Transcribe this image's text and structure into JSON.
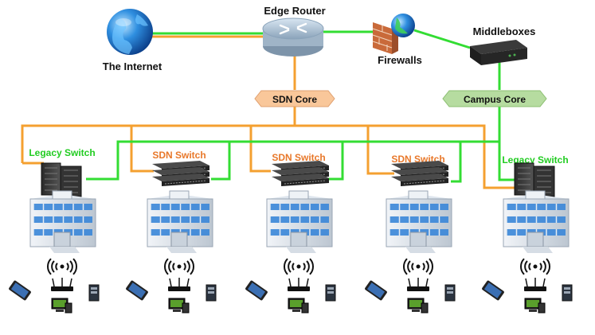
{
  "labels": {
    "internet": "The Internet",
    "edge_router": "Edge Router",
    "firewalls": "Firewalls",
    "middleboxes": "Middleboxes",
    "sdn_core": "SDN Core",
    "campus_core": "Campus Core"
  },
  "buildings": [
    {
      "switch_label": "Legacy Switch",
      "switch_type": "legacy"
    },
    {
      "switch_label": "SDN Switch",
      "switch_type": "sdn"
    },
    {
      "switch_label": "SDN Switch",
      "switch_type": "sdn"
    },
    {
      "switch_label": "SDN Switch",
      "switch_type": "sdn"
    },
    {
      "switch_label": "Legacy Switch",
      "switch_type": "legacy"
    }
  ],
  "colors": {
    "sdn_link": "#f4a030",
    "legacy_link": "#33dd33",
    "legacy_label": "#22cc22",
    "sdn_label": "#e8782a",
    "sdn_core_fill": "#f9c79a",
    "campus_core_fill": "#b6dca0"
  }
}
